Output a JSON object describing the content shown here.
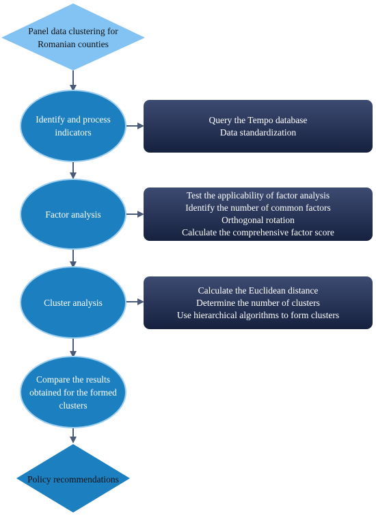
{
  "colors": {
    "diamond_fill": "#82c3f3",
    "ellipse_fill": "#1b7fc0",
    "ellipse_stroke": "#9fd0f0",
    "box_fill_top": "#3d4b72",
    "box_fill_bottom": "#16213f",
    "arrow": "#4a5a78"
  },
  "start": {
    "lines": [
      "Panel data clustering for",
      "Romanian counties"
    ]
  },
  "steps": [
    {
      "title_lines": [
        "Identify and process",
        "indicators"
      ],
      "details": [
        "Query the Tempo database",
        "Data standardization"
      ]
    },
    {
      "title_lines": [
        "Factor analysis"
      ],
      "details": [
        "Test the applicability of factor analysis",
        "Identify the number of common factors",
        "Orthogonal rotation",
        "Calculate the comprehensive factor score"
      ]
    },
    {
      "title_lines": [
        "Cluster analysis"
      ],
      "details": [
        "Calculate the Euclidean distance",
        "Determine the number of clusters",
        "Use hierarchical algorithms to form clusters"
      ]
    },
    {
      "title_lines": [
        "Compare the results",
        "obtained for the formed",
        "clusters"
      ],
      "details": []
    }
  ],
  "end": {
    "lines": [
      "Policy recommendations"
    ]
  }
}
